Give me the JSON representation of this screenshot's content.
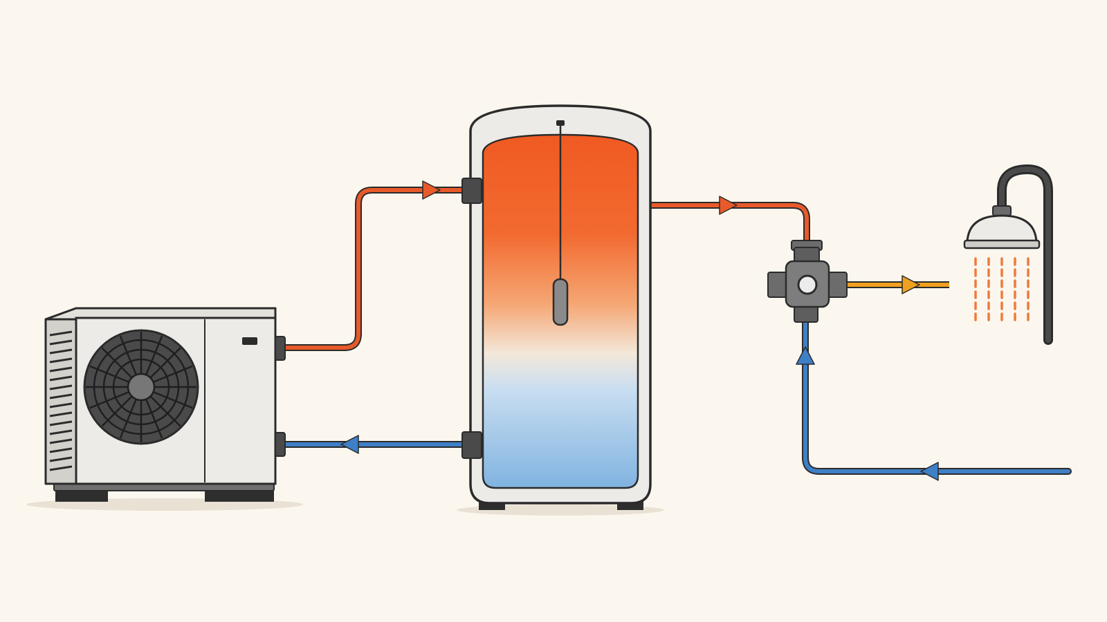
{
  "colors": {
    "background": "#fbf7ef",
    "hot_pipe": "#e85a2a",
    "cold_pipe": "#3f7fc6",
    "mixed_pipe": "#f0a020",
    "outline": "#2b2b2b",
    "unit_body": "#ecebe7",
    "unit_side": "#d3d1cc",
    "fitting": "#7d7d7d",
    "tank_hot": "#f05a22",
    "tank_cold": "#85b5e0",
    "shadow": "#e9e1d3"
  },
  "components": {
    "heat_pump": {
      "icon": "air-source-heat-pump-icon"
    },
    "cylinder": {
      "icon": "hot-water-cylinder-icon",
      "sensor": "temperature-sensor-icon"
    },
    "mixing_valve": {
      "icon": "thermostatic-mixing-valve-icon"
    },
    "shower": {
      "icon": "shower-head-icon"
    }
  },
  "flows": [
    {
      "id": "heat-pump-flow",
      "medium": "hot",
      "direction": "to-cylinder"
    },
    {
      "id": "heat-pump-return",
      "medium": "cold",
      "direction": "to-heat-pump"
    },
    {
      "id": "hot-water-outlet",
      "medium": "hot",
      "direction": "to-mixing-valve"
    },
    {
      "id": "mixed-water-supply",
      "medium": "mixed",
      "direction": "to-shower"
    },
    {
      "id": "cold-water-supply",
      "medium": "cold",
      "direction": "to-mixing-valve"
    }
  ]
}
